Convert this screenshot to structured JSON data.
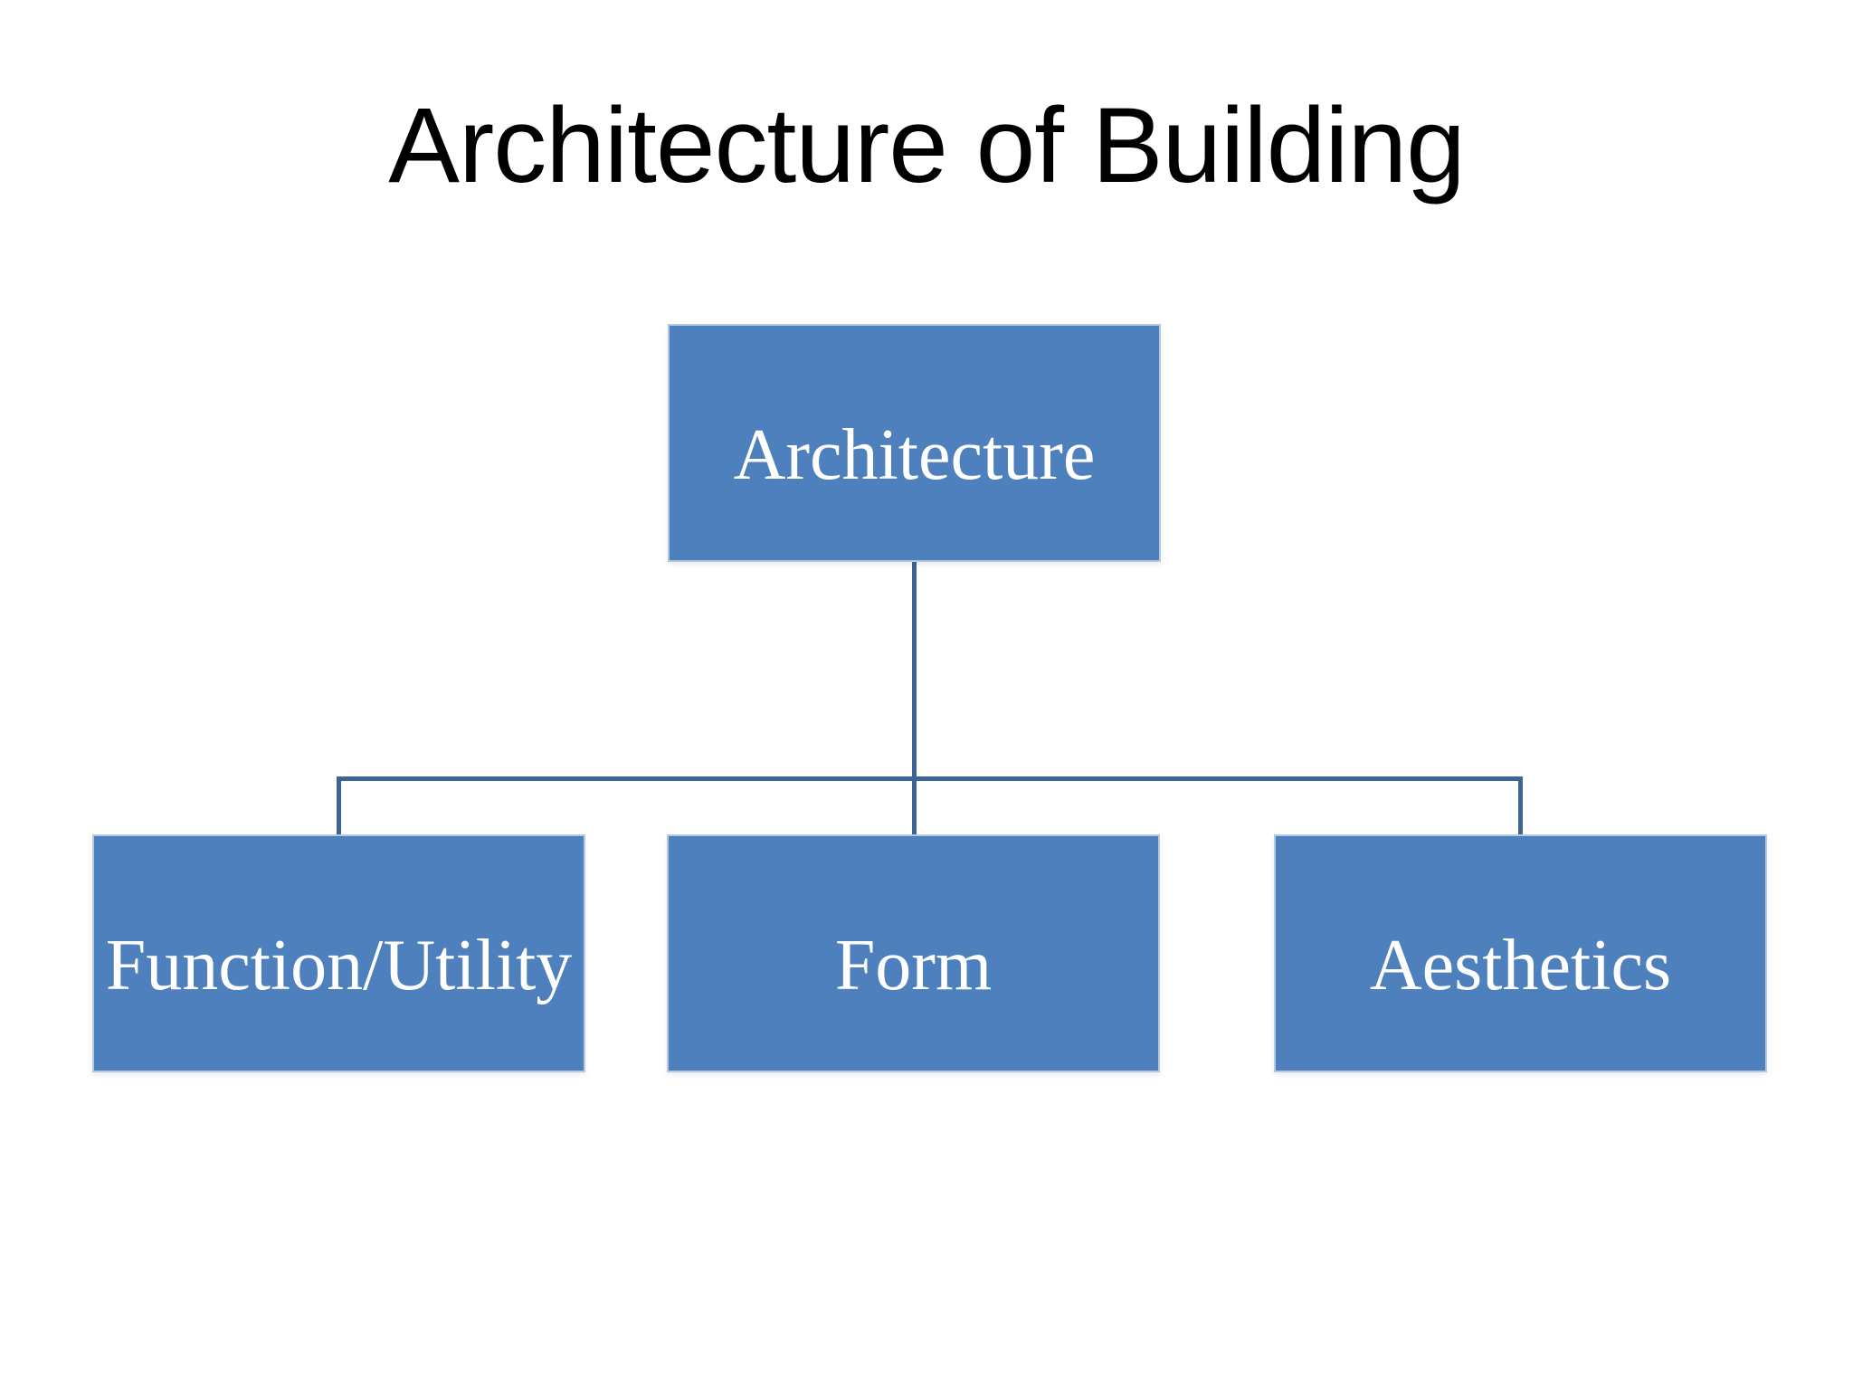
{
  "slide": {
    "title": "Architecture of Building"
  },
  "chart_data": {
    "type": "hierarchy",
    "title": "Architecture of Building",
    "root": {
      "label": "Architecture"
    },
    "children": [
      {
        "label": "Function/Utility"
      },
      {
        "label": "Form"
      },
      {
        "label": "Aesthetics"
      }
    ],
    "layout": "root on top, three children in a row connected by elbow connectors"
  },
  "theme": {
    "slide-bg": "#ffffff",
    "title-color": "#000000",
    "node-fill": "#4e80bd",
    "node-border": "#b3c9e0",
    "node-text": "#ffffff",
    "connector-color": "#3c6595"
  }
}
